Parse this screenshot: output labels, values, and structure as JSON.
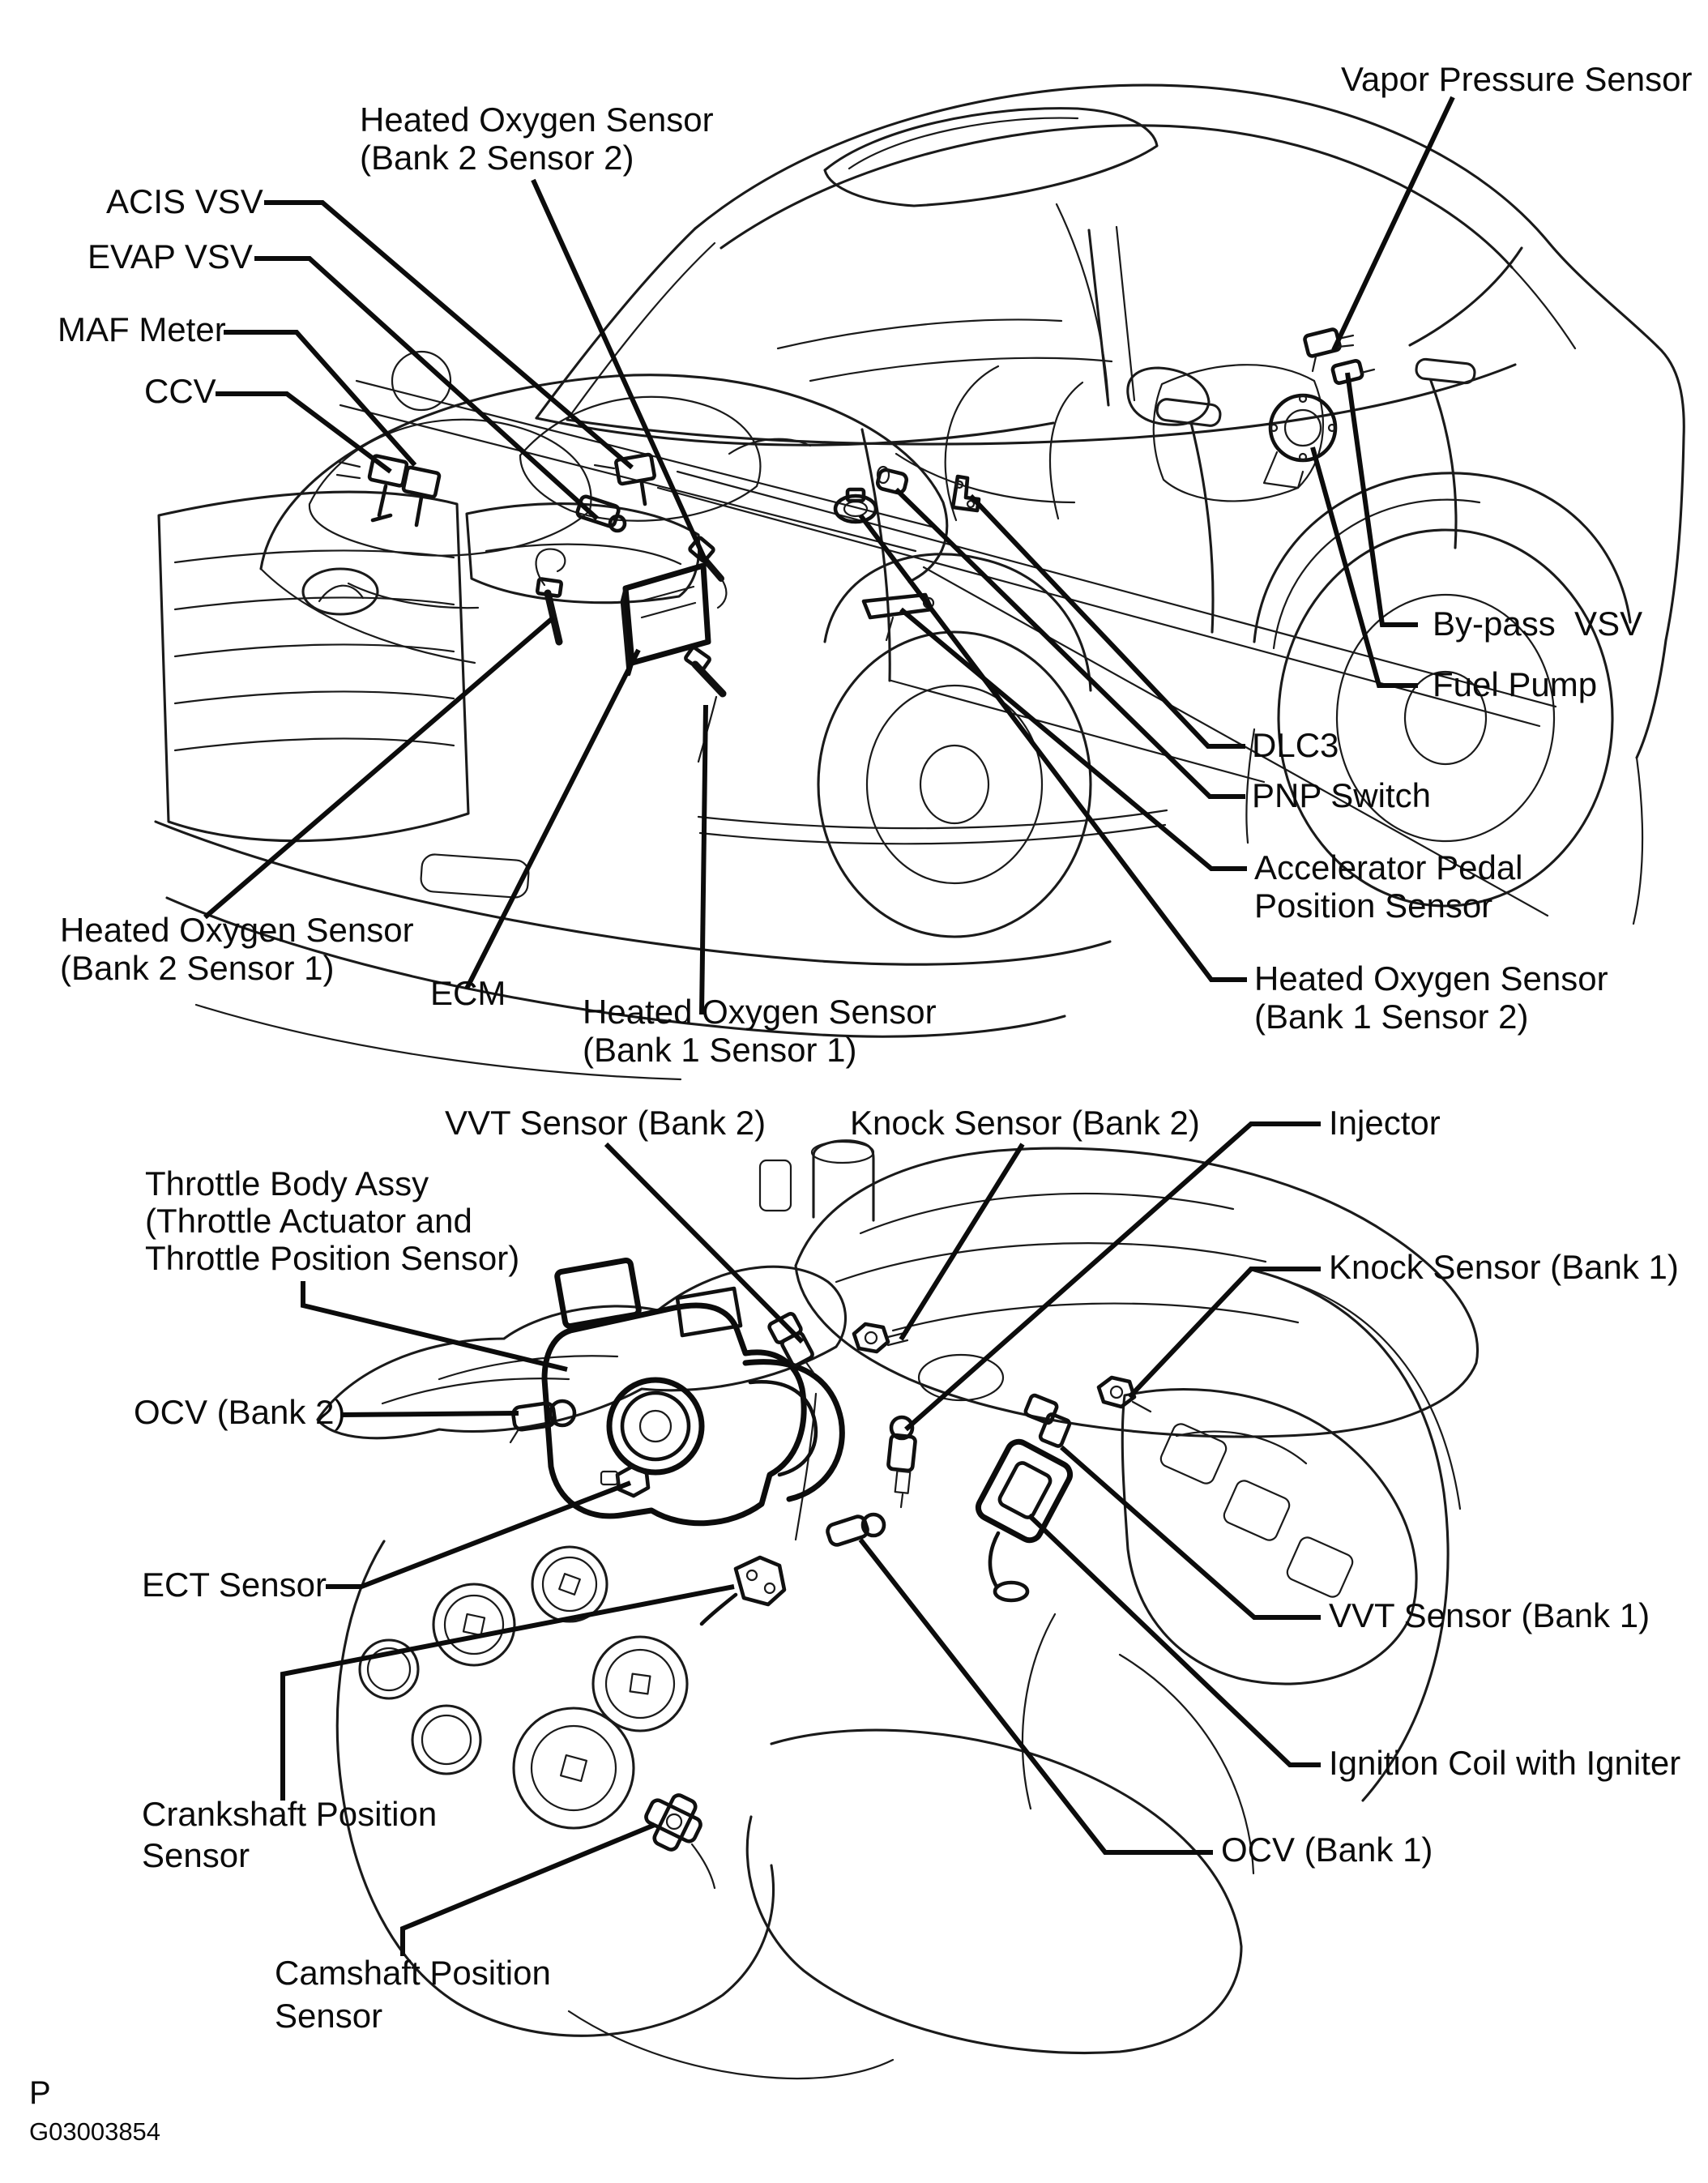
{
  "page": {
    "background_color": "#ffffff",
    "line_color": "#1a1a1a",
    "marker": "P",
    "figure_code": "G03003854"
  },
  "vehicle_diagram": {
    "labels": {
      "vapor_pressure_sensor": [
        "Vapor Pressure Sensor"
      ],
      "heated_oxygen_sensor_bank2_sensor2": [
        "Heated Oxygen Sensor",
        "(Bank 2 Sensor 2)"
      ],
      "acis_vsv": [
        "ACIS VSV"
      ],
      "evap_vsv": [
        "EVAP VSV"
      ],
      "maf_meter": [
        "MAF Meter"
      ],
      "ccv": [
        "CCV"
      ],
      "bypass_vsv": [
        "By-pass  VSV"
      ],
      "fuel_pump": [
        "Fuel Pump"
      ],
      "dlc3": [
        "DLC3"
      ],
      "pnp_switch": [
        "PNP Switch"
      ],
      "accelerator_pedal_position_sensor": [
        "Accelerator Pedal",
        "Position Sensor"
      ],
      "heated_oxygen_sensor_bank1_sensor2": [
        "Heated Oxygen Sensor",
        "(Bank 1 Sensor 2)"
      ],
      "heated_oxygen_sensor_bank2_sensor1": [
        "Heated Oxygen Sensor",
        "(Bank 2 Sensor 1)"
      ],
      "ecm": [
        "ECM"
      ],
      "heated_oxygen_sensor_bank1_sensor1": [
        "Heated Oxygen Sensor",
        "(Bank 1 Sensor 1)"
      ]
    }
  },
  "engine_diagram": {
    "labels": {
      "vvt_sensor_bank2": [
        "VVT Sensor (Bank 2)"
      ],
      "knock_sensor_bank2": [
        "Knock Sensor (Bank 2)"
      ],
      "injector": [
        "Injector"
      ],
      "throttle_body_assy": [
        "Throttle Body Assy",
        "(Throttle Actuator and",
        "Throttle Position Sensor)"
      ],
      "knock_sensor_bank1": [
        "Knock Sensor (Bank 1)"
      ],
      "ocv_bank2": [
        "OCV (Bank 2)"
      ],
      "ect_sensor": [
        "ECT Sensor"
      ],
      "vvt_sensor_bank1": [
        "VVT Sensor (Bank 1)"
      ],
      "ignition_coil_with_igniter": [
        "Ignition Coil with Igniter"
      ],
      "crankshaft_position_sensor": [
        "Crankshaft Position",
        "Sensor"
      ],
      "ocv_bank1": [
        "OCV (Bank 1)"
      ],
      "camshaft_position_sensor": [
        "Camshaft Position",
        "Sensor"
      ]
    }
  }
}
